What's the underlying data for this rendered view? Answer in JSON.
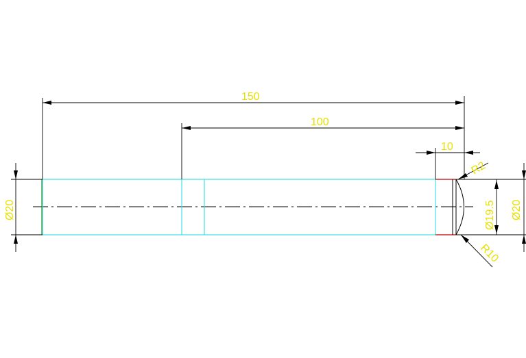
{
  "drawing": {
    "dimensions": {
      "overall_length": "150",
      "partial_length": "100",
      "end_length": "10",
      "radius_small": "R2",
      "radius_large": "R10",
      "diameter_left": "Ø20",
      "diameter_inner": "Ø19.5",
      "diameter_right": "Ø20"
    },
    "colors": {
      "part_lines": "#41e1e6",
      "dimension_text": "#e8e000",
      "dimension_lines": "#000000",
      "end_edge": "#c00000"
    }
  }
}
